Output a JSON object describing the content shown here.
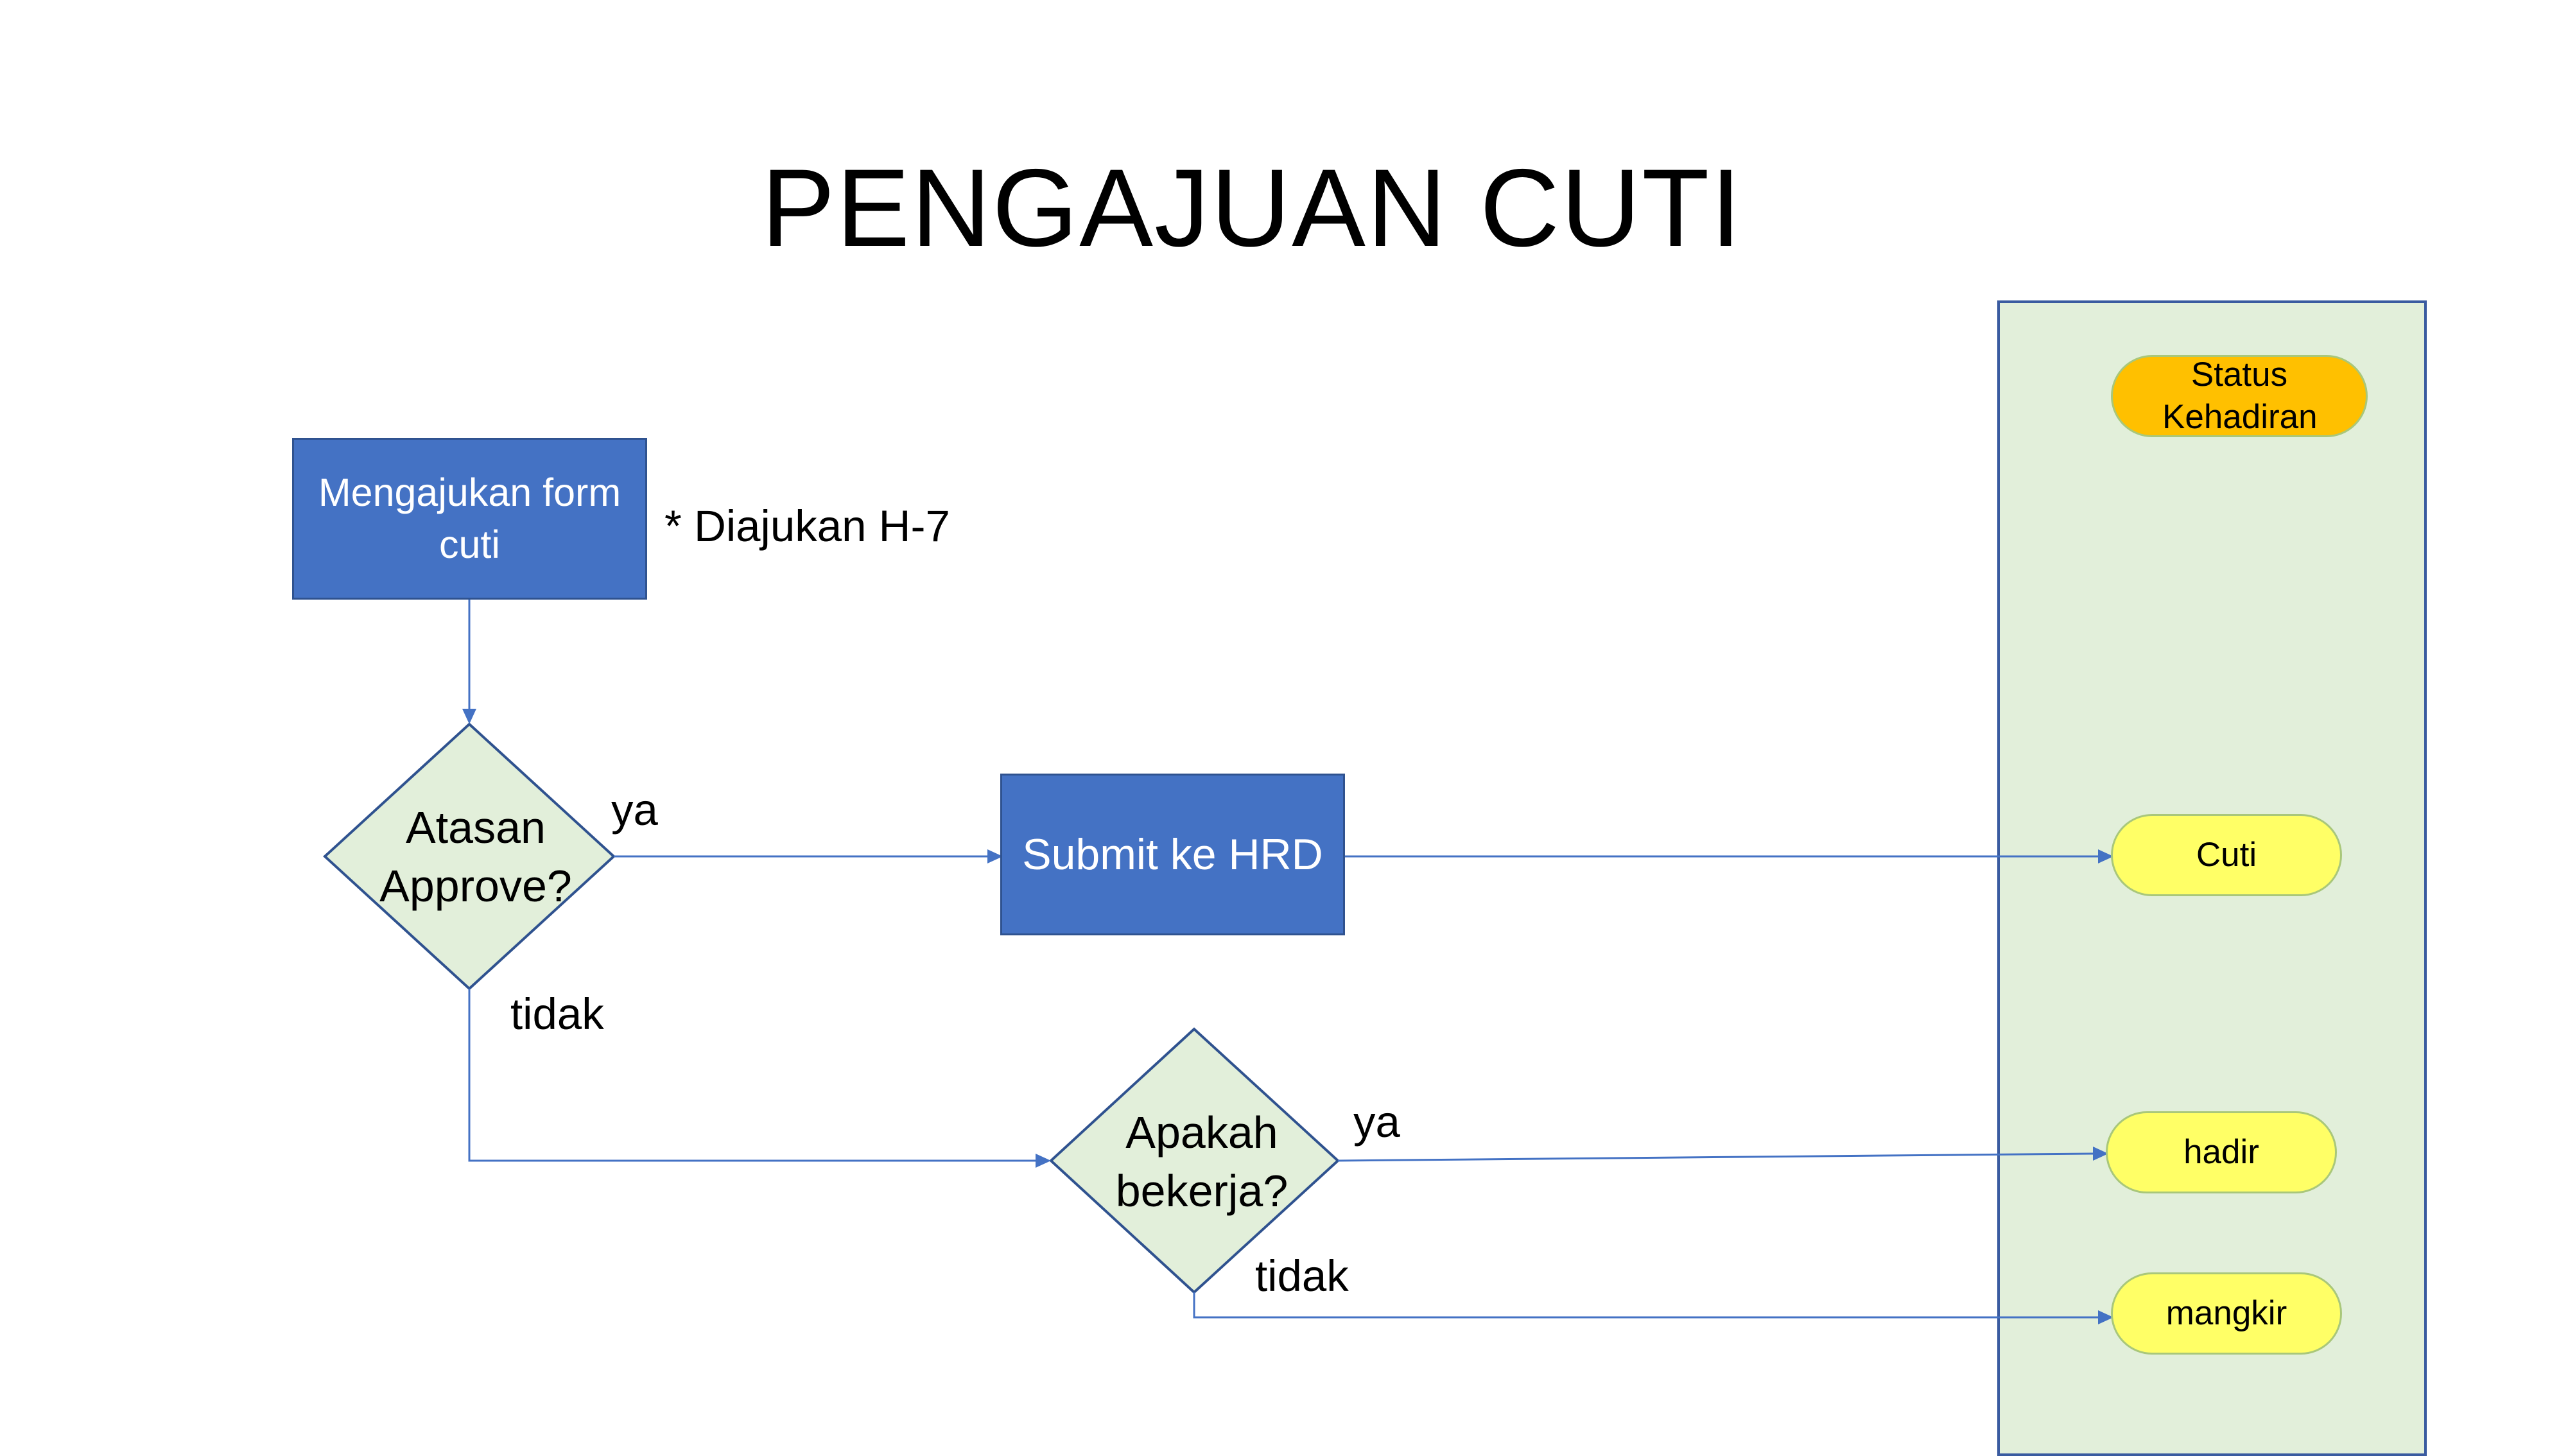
{
  "title": "PENGAJUAN CUTI",
  "nodes": {
    "form": "Mengajukan form cuti",
    "form_note": "* Diajukan H-7",
    "approve": "Atasan Approve?",
    "submit": "Submit ke HRD",
    "bekerja": "Apakah bekerja?"
  },
  "edges": {
    "approve_yes": "ya",
    "approve_no": "tidak",
    "bekerja_yes": "ya",
    "bekerja_no": "tidak"
  },
  "status_lane": {
    "header": "Status Kehadiran",
    "cuti": "Cuti",
    "hadir": "hadir",
    "mangkir": "mangkir"
  },
  "colors": {
    "process_box": "#4472c4",
    "decision_fill": "#e2efda",
    "lane_fill": "#e2efda",
    "header_pill": "#ffc000",
    "status_pill": "#ffff66",
    "connector": "#4472c4"
  }
}
